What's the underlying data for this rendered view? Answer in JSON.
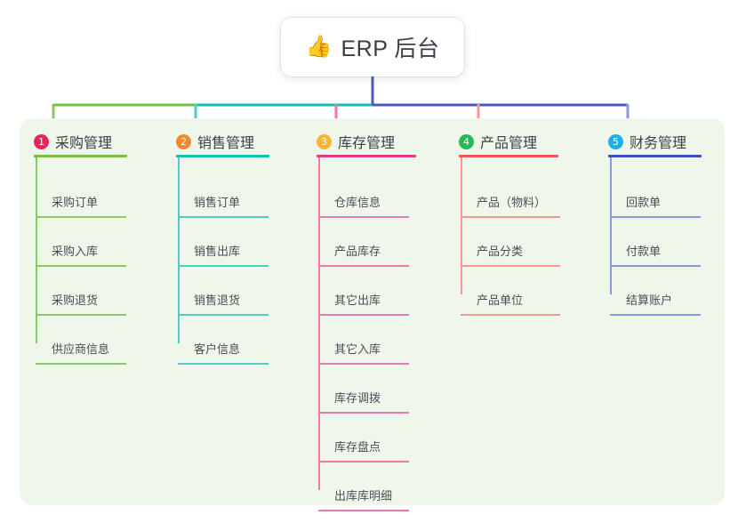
{
  "root": {
    "icon": "thumbs-up-icon",
    "icon_glyph": "👍",
    "title": "ERP 后台"
  },
  "palette": {
    "panel_bg": "#eff7ea",
    "page_bg": "#ffffff",
    "stem": "#4a59c0",
    "bar_green": "#74c043",
    "bar_teal": "#0fbfb4",
    "bar_indigo": "#4a59c0"
  },
  "columns": [
    {
      "index": "1",
      "title": "采购管理",
      "badge_color": "#e8245c",
      "rule_color": "#74c043",
      "line_color": "#8cc665",
      "items": [
        "采购订单",
        "采购入库",
        "采购退货",
        "供应商信息"
      ]
    },
    {
      "index": "2",
      "title": "销售管理",
      "badge_color": "#f5892e",
      "rule_color": "#0fbfb4",
      "line_color": "#4ecdc4",
      "items": [
        "销售订单",
        "销售出库",
        "销售退货",
        "客户信息"
      ]
    },
    {
      "index": "3",
      "title": "库存管理",
      "badge_color": "#f7b731",
      "rule_color": "#e8388f",
      "line_color": "#e87bb0",
      "items": [
        "仓库信息",
        "产品库存",
        "其它出库",
        "其它入库",
        "库存调拨",
        "库存盘点",
        "出库库明细"
      ]
    },
    {
      "index": "4",
      "title": "产品管理",
      "badge_color": "#25ba55",
      "rule_color": "#f9544b",
      "line_color": "#f59a93",
      "items": [
        "产品（物料）",
        "产品分类",
        "产品单位"
      ]
    },
    {
      "index": "5",
      "title": "财务管理",
      "badge_color": "#1cb0e8",
      "rule_color": "#3b4fc4",
      "line_color": "#8a9ad8",
      "items": [
        "回款单",
        "付款单",
        "结算账户"
      ]
    }
  ]
}
